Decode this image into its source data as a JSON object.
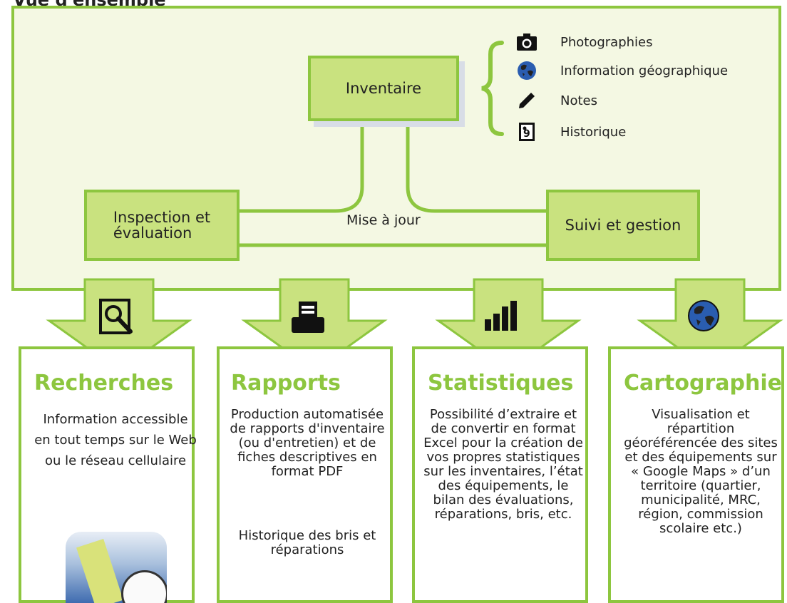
{
  "header": {
    "title": "Vue d'ensemble"
  },
  "diagram": {
    "inventaire": "Inventaire",
    "inspection": "Inspection et évaluation",
    "inspection_line1": "Inspection et",
    "inspection_line2": "évaluation",
    "suivi": "Suivi et gestion",
    "mise_a_jour": "Mise à jour",
    "legend": [
      {
        "label": "Photographies",
        "icon": "camera-icon"
      },
      {
        "label": "Information géographique",
        "icon": "globe-icon"
      },
      {
        "label": "Notes",
        "icon": "pencil-icon"
      },
      {
        "label": "Historique",
        "icon": "history-icon"
      }
    ]
  },
  "sections": {
    "recherches": {
      "title": "Recherches",
      "icon": "magnifier-document-icon",
      "text": "Information accessible en tout temps sur le Web ou le réseau cellulaire",
      "image": "mobile-app-icon"
    },
    "rapports": {
      "title": "Rapports",
      "icon": "printer-icon",
      "text": "Production automatisée de rapports d'inventaire (ou d'entretien) et de fiches descriptives en format PDF",
      "text2": "Historique des bris et réparations"
    },
    "statistiques": {
      "title": "Statistiques",
      "icon": "bar-chart-icon",
      "text": "Possibilité d’extraire et de convertir en format Excel pour la création de vos propres statistiques sur les inventaires, l’état des équipements, le bilan des évaluations, réparations, bris, etc."
    },
    "cartographie": {
      "title": "Cartographie",
      "icon": "globe-icon",
      "text": "Visualisation et répartition géoréférencée des sites et des équipements sur « Google Maps » d’un territoire (quartier, municipalité, MRC, région, commission scolaire etc.)"
    }
  },
  "colors": {
    "accent": "#8dc63f",
    "node_fill": "#c9e27f",
    "panel_fill": "#f4f8e3"
  }
}
